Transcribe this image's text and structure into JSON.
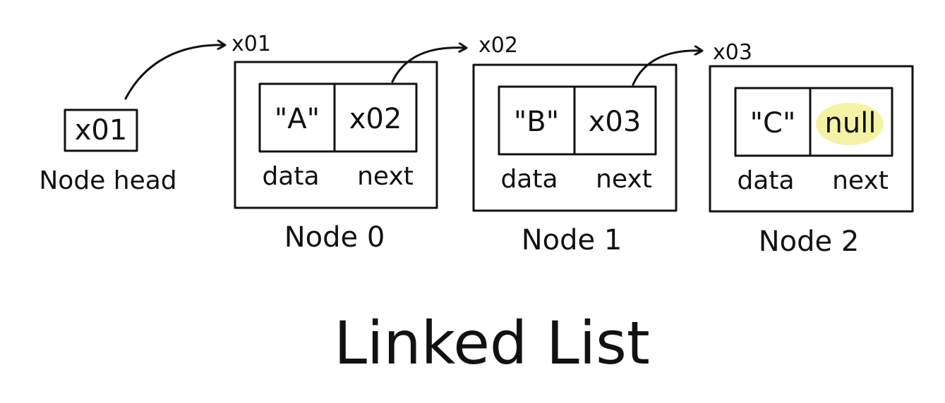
{
  "head": {
    "value": "x01",
    "label": "Node head"
  },
  "nodes": [
    {
      "address": "x01",
      "data": "\"A\"",
      "next": "x02",
      "data_label": "data",
      "next_label": "next",
      "name": "Node 0"
    },
    {
      "address": "x02",
      "data": "\"B\"",
      "next": "x03",
      "data_label": "data",
      "next_label": "next",
      "name": "Node 1"
    },
    {
      "address": "x03",
      "data": "\"C\"",
      "next": "null",
      "data_label": "data",
      "next_label": "next",
      "name": "Node 2"
    }
  ],
  "title": "Linked List",
  "colors": {
    "ink": "#111111",
    "null_highlight": "#f5f2a6"
  }
}
